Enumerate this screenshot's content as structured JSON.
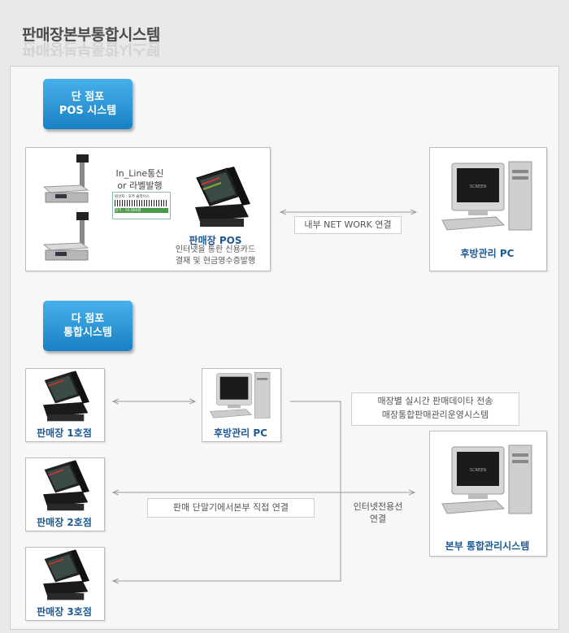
{
  "page": {
    "title": "판매장본부통합시스템"
  },
  "single": {
    "badge": [
      "단 점포",
      "POS 시스템"
    ],
    "link_label": [
      "In_Line통신",
      "or 라벨발행"
    ],
    "pos_label": "판매장 POS",
    "pos_desc": [
      "인터넷을 통한 신용카드",
      "결재 및 현금영수증발행"
    ],
    "net_label": "내부 NET WORK 연결",
    "pc_label": "후방관리 PC",
    "receipt_lines": [
      "원산지 : 호주 슬라이스",
      "정가 : 10,000원"
    ]
  },
  "multi": {
    "badge": [
      "다 점포",
      "통합시스템"
    ],
    "store1": "판매장 1호점",
    "store2": "판매장 2호점",
    "store3": "판매장 3호점",
    "pc_label": "후방관리 PC",
    "transfer_label": [
      "매장별 실시간 판매데이타 전송",
      "매장통합판매관리운영시스템"
    ],
    "direct_label": "판매 단말기에서본부 직접 연결",
    "internet_label": [
      "인터넷전용선",
      "연결"
    ],
    "hq_label": "본부 통합관리시스템"
  },
  "colors": {
    "badge_top": "#48b1ea",
    "badge_bottom": "#1880c4",
    "label_blue": "#1c5a96",
    "arrow": "#9a9a9a"
  },
  "icons": [
    "scale-icon",
    "pos-terminal-icon",
    "desktop-pc-icon",
    "label-receipt-icon"
  ]
}
